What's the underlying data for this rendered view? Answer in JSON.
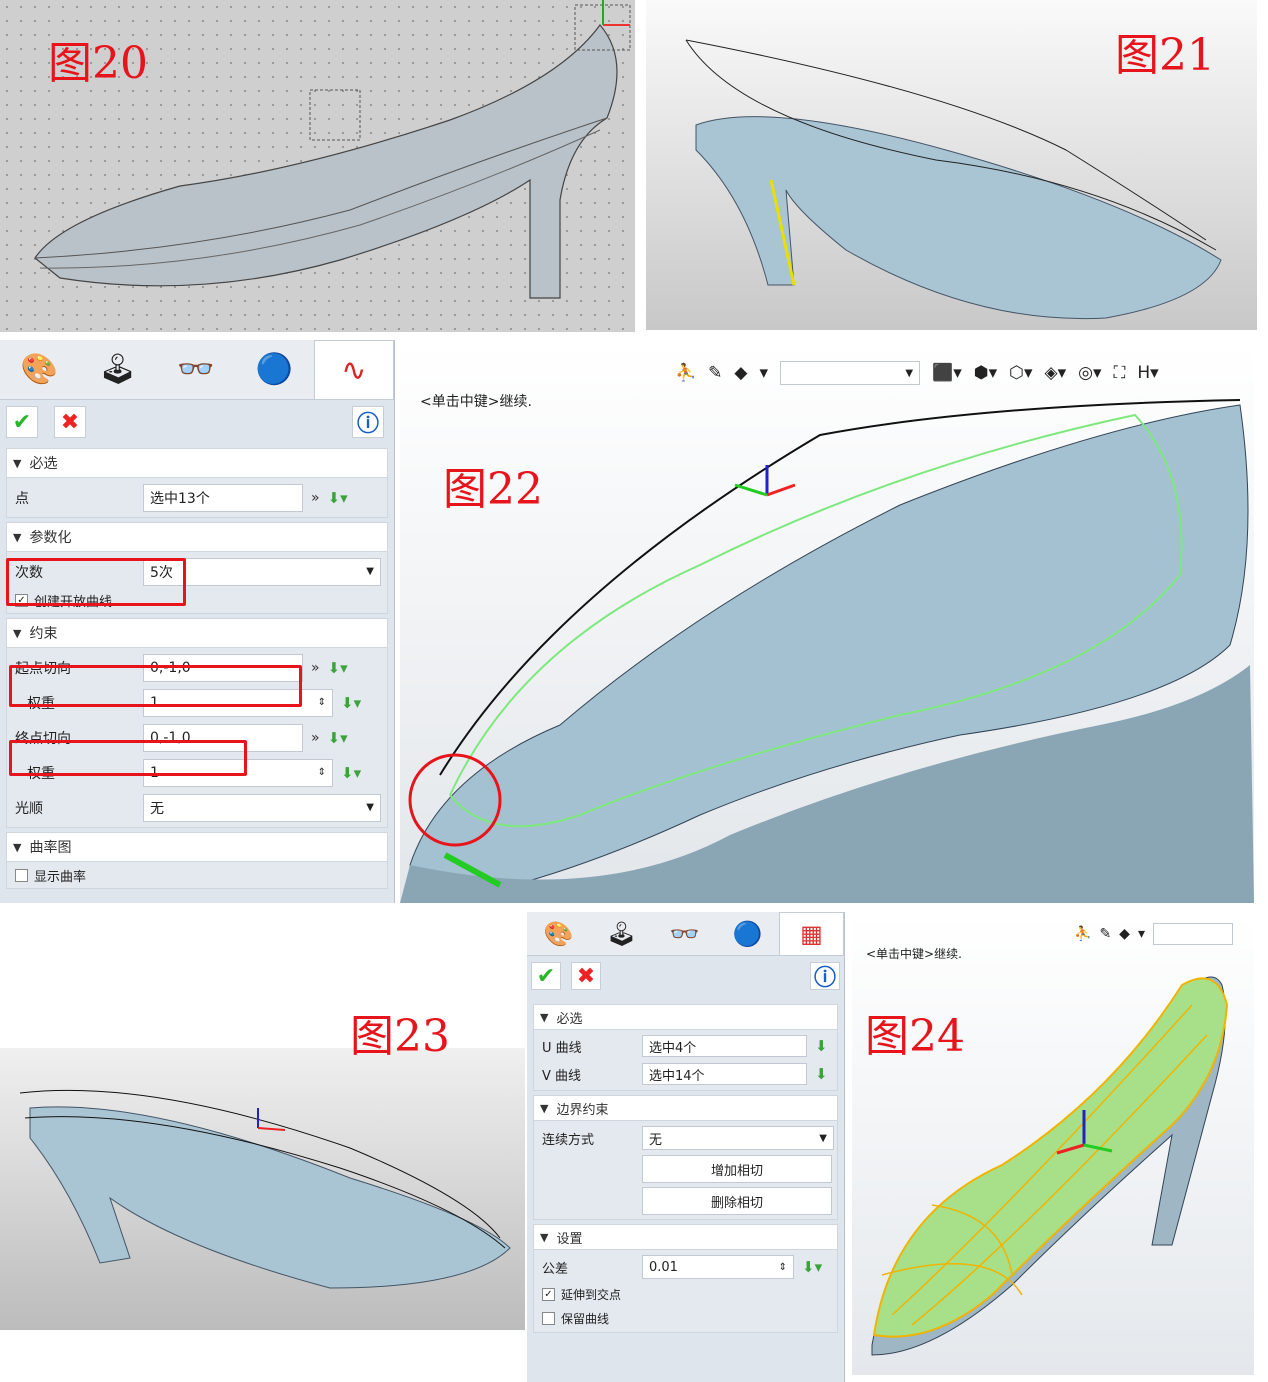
{
  "figures": {
    "f20": "图20",
    "f21": "图21",
    "f22": "图22",
    "f23": "图23",
    "f24": "图24"
  },
  "colors": {
    "label_red": "#e8141c",
    "surface": "#a9c4d3",
    "curve_green": "#7ee87e",
    "surface_green": "#a8e08a",
    "wire_orange": "#f0b400"
  },
  "panel22": {
    "tabs": [
      "palette-icon",
      "joystick-icon",
      "glasses-icon",
      "sphere-icon",
      "curve-icon"
    ],
    "sections": {
      "required": {
        "title": "必选",
        "point_label": "点",
        "point_value": "选中13个"
      },
      "param": {
        "title": "参数化",
        "degree_label": "次数",
        "degree_value": "5次",
        "open_curve_label": "创建开放曲线"
      },
      "constraint": {
        "title": "约束",
        "start_tangent_label": "起点切向",
        "start_tangent_value": "0,-1,0",
        "weight1_label": "权重",
        "weight1_value": "1",
        "end_tangent_label": "终点切向",
        "end_tangent_value": "0,-1,0",
        "weight2_label": "权重",
        "weight2_value": "1",
        "smooth_label": "光顺",
        "smooth_value": "无"
      },
      "curvature": {
        "title": "曲率图",
        "show_label": "显示曲率"
      }
    }
  },
  "viewport22": {
    "hint": "<单击中键>继续."
  },
  "panel24": {
    "tabs": [
      "palette-icon",
      "joystick-icon",
      "glasses-icon",
      "sphere-icon",
      "surface-mesh-icon"
    ],
    "sections": {
      "required": {
        "title": "必选",
        "u_label": "U 曲线",
        "u_value": "选中4个",
        "v_label": "V 曲线",
        "v_value": "选中14个"
      },
      "boundary": {
        "title": "边界约束",
        "continuity_label": "连续方式",
        "continuity_value": "无",
        "add_tangent": "增加相切",
        "remove_tangent": "删除相切"
      },
      "settings": {
        "title": "设置",
        "tolerance_label": "公差",
        "tolerance_value": "0.01",
        "extend_label": "延伸到交点",
        "keep_label": "保留曲线"
      }
    }
  },
  "viewport24": {
    "hint": "<单击中键>继续."
  }
}
